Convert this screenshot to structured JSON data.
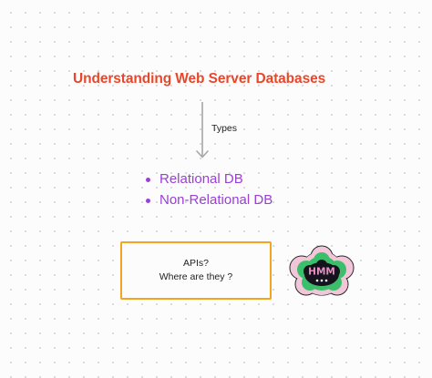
{
  "title": "Understanding Web Server Databases",
  "arrow": {
    "label": "Types",
    "icon": "down-arrow-icon"
  },
  "types": [
    {
      "label": "Relational DB"
    },
    {
      "label": "Non-Relational DB"
    }
  ],
  "note": {
    "line1": "APIs?",
    "line2": "Where are they ?"
  },
  "sticker": {
    "text": "HMM",
    "icon": "hmm-speech-bubble-sticker",
    "colors": {
      "outer": "#f1c6d8",
      "ring": "#3bbf6a",
      "inner": "#15131d",
      "text": "#e58fc0",
      "dots": "#ffffff"
    }
  },
  "colors": {
    "title": "#e8472b",
    "list": "#9b3fd6",
    "box_border": "#f3a51f",
    "arrow": "#a6a6a6",
    "text": "#222222"
  }
}
